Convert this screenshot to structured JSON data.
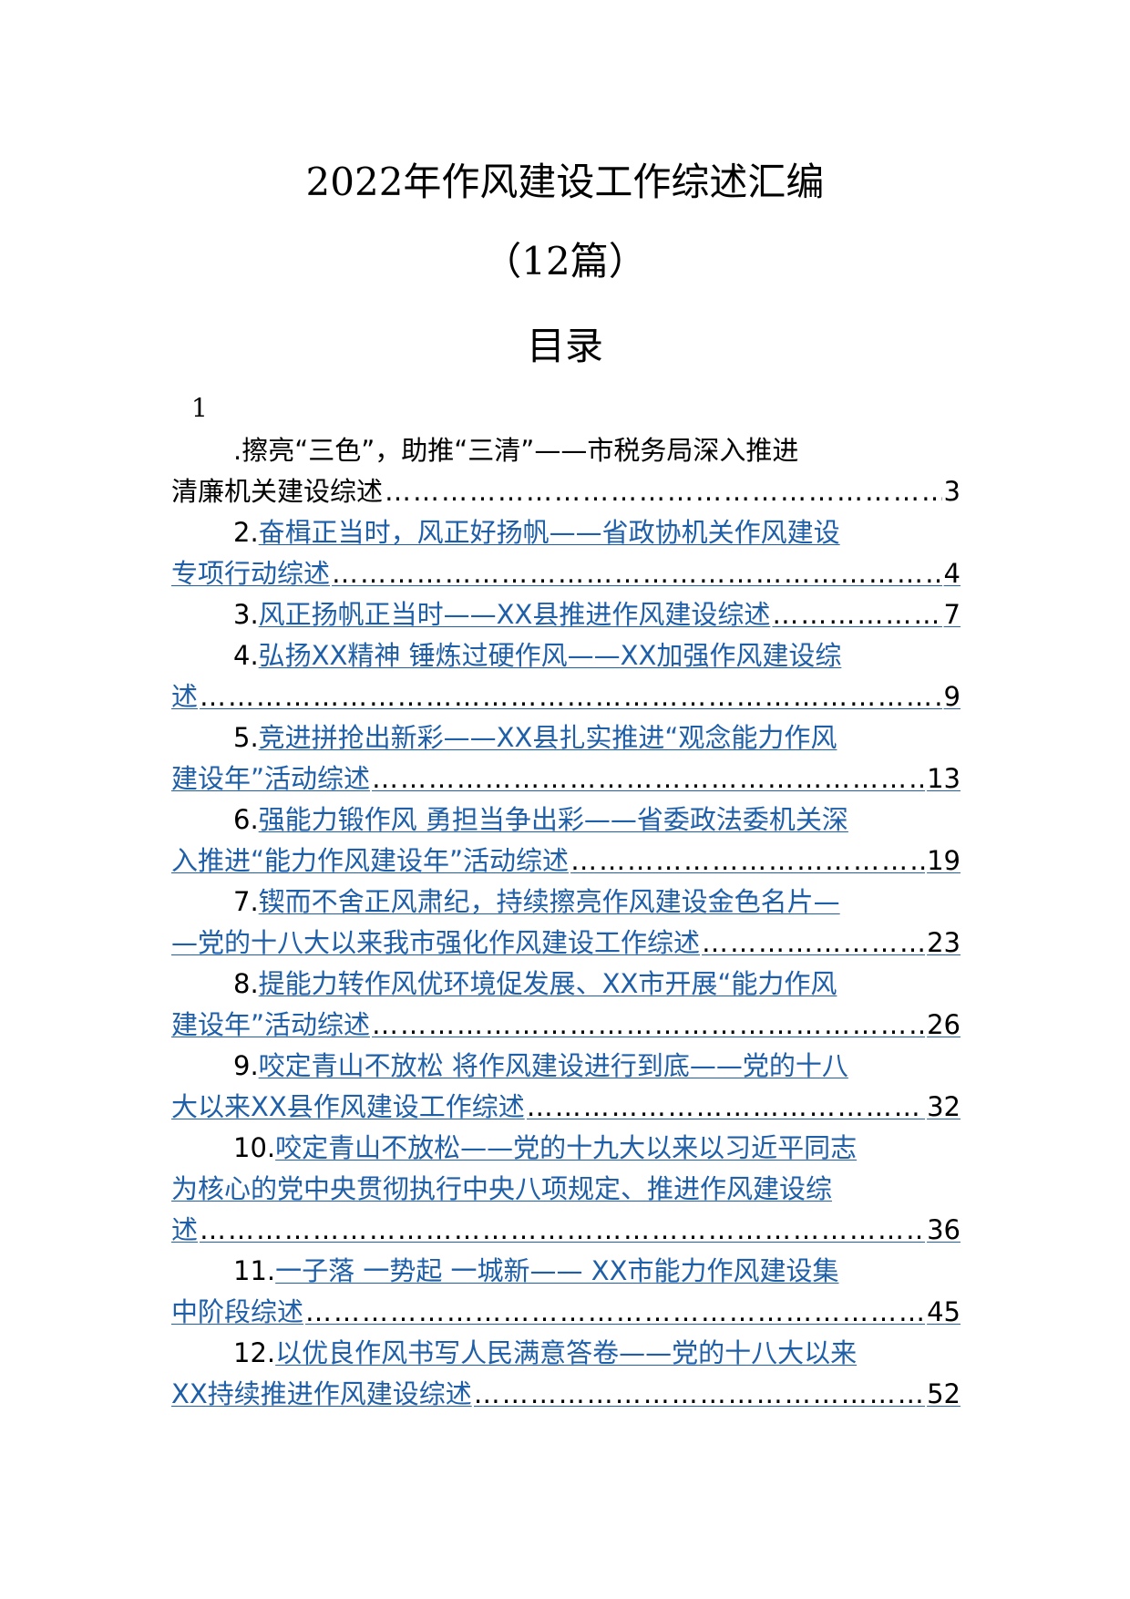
{
  "document": {
    "title": "2022年作风建设工作综述汇编",
    "subtitle": "（12篇）",
    "toc_heading": "目录",
    "stray_number": "1"
  },
  "toc": [
    {
      "num": "",
      "line1": ".擦亮“三色”，助推“三清”——市税务局深入推进",
      "line2": "清廉机关建设综述",
      "page": "3"
    },
    {
      "num": "2.",
      "line1": "奋楫正当时，风正好扬帆——省政协机关作风建设",
      "line2": "专项行动综述",
      "page": "4"
    },
    {
      "num": "3.",
      "line1": "",
      "line2": "风正扬帆正当时——XX县推进作风建设综述",
      "page": "7"
    },
    {
      "num": "4.",
      "line1": "弘扬XX精神 锤炼过硬作风——XX加强作风建设综",
      "line2": "述",
      "page": "9"
    },
    {
      "num": "5.",
      "line1": "竞进拼抢出新彩——XX县扎实推进“观念能力作风",
      "line2": "建设年”活动综述",
      "page": "13"
    },
    {
      "num": "6.",
      "line1": "强能力锻作风 勇担当争出彩——省委政法委机关深",
      "line2": "入推进“能力作风建设年”活动综述",
      "page": "19"
    },
    {
      "num": "7.",
      "line1": "锲而不舍正风肃纪，持续擦亮作风建设金色名片—",
      "line2": "—党的十八大以来我市强化作风建设工作综述",
      "page": "23"
    },
    {
      "num": "8.",
      "line1": "提能力转作风优环境促发展、XX市开展“能力作风",
      "line2": "建设年”活动综述",
      "page": "26"
    },
    {
      "num": "9.",
      "line1": "咬定青山不放松 将作风建设进行到底——党的十八",
      "line2": "大以来XX县作风建设工作综述",
      "page": "32"
    },
    {
      "num": "10.",
      "line1": "咬定青山不放松——党的十九大以来以习近平同志",
      "line1b": "为核心的党中央贯彻执行中央八项规定、推进作风建设综",
      "line2": "述",
      "page": "36"
    },
    {
      "num": "11.",
      "line1": "一子落 一势起 一城新—— XX市能力作风建设集",
      "line2": "中阶段综述",
      "page": "45"
    },
    {
      "num": "12.",
      "line1": "以优良作风书写人民满意答卷——党的十八大以来",
      "line2": "XX持续推进作风建设综述",
      "page": "52"
    }
  ],
  "colors": {
    "link": "#1f5fa8",
    "text": "#000000"
  }
}
